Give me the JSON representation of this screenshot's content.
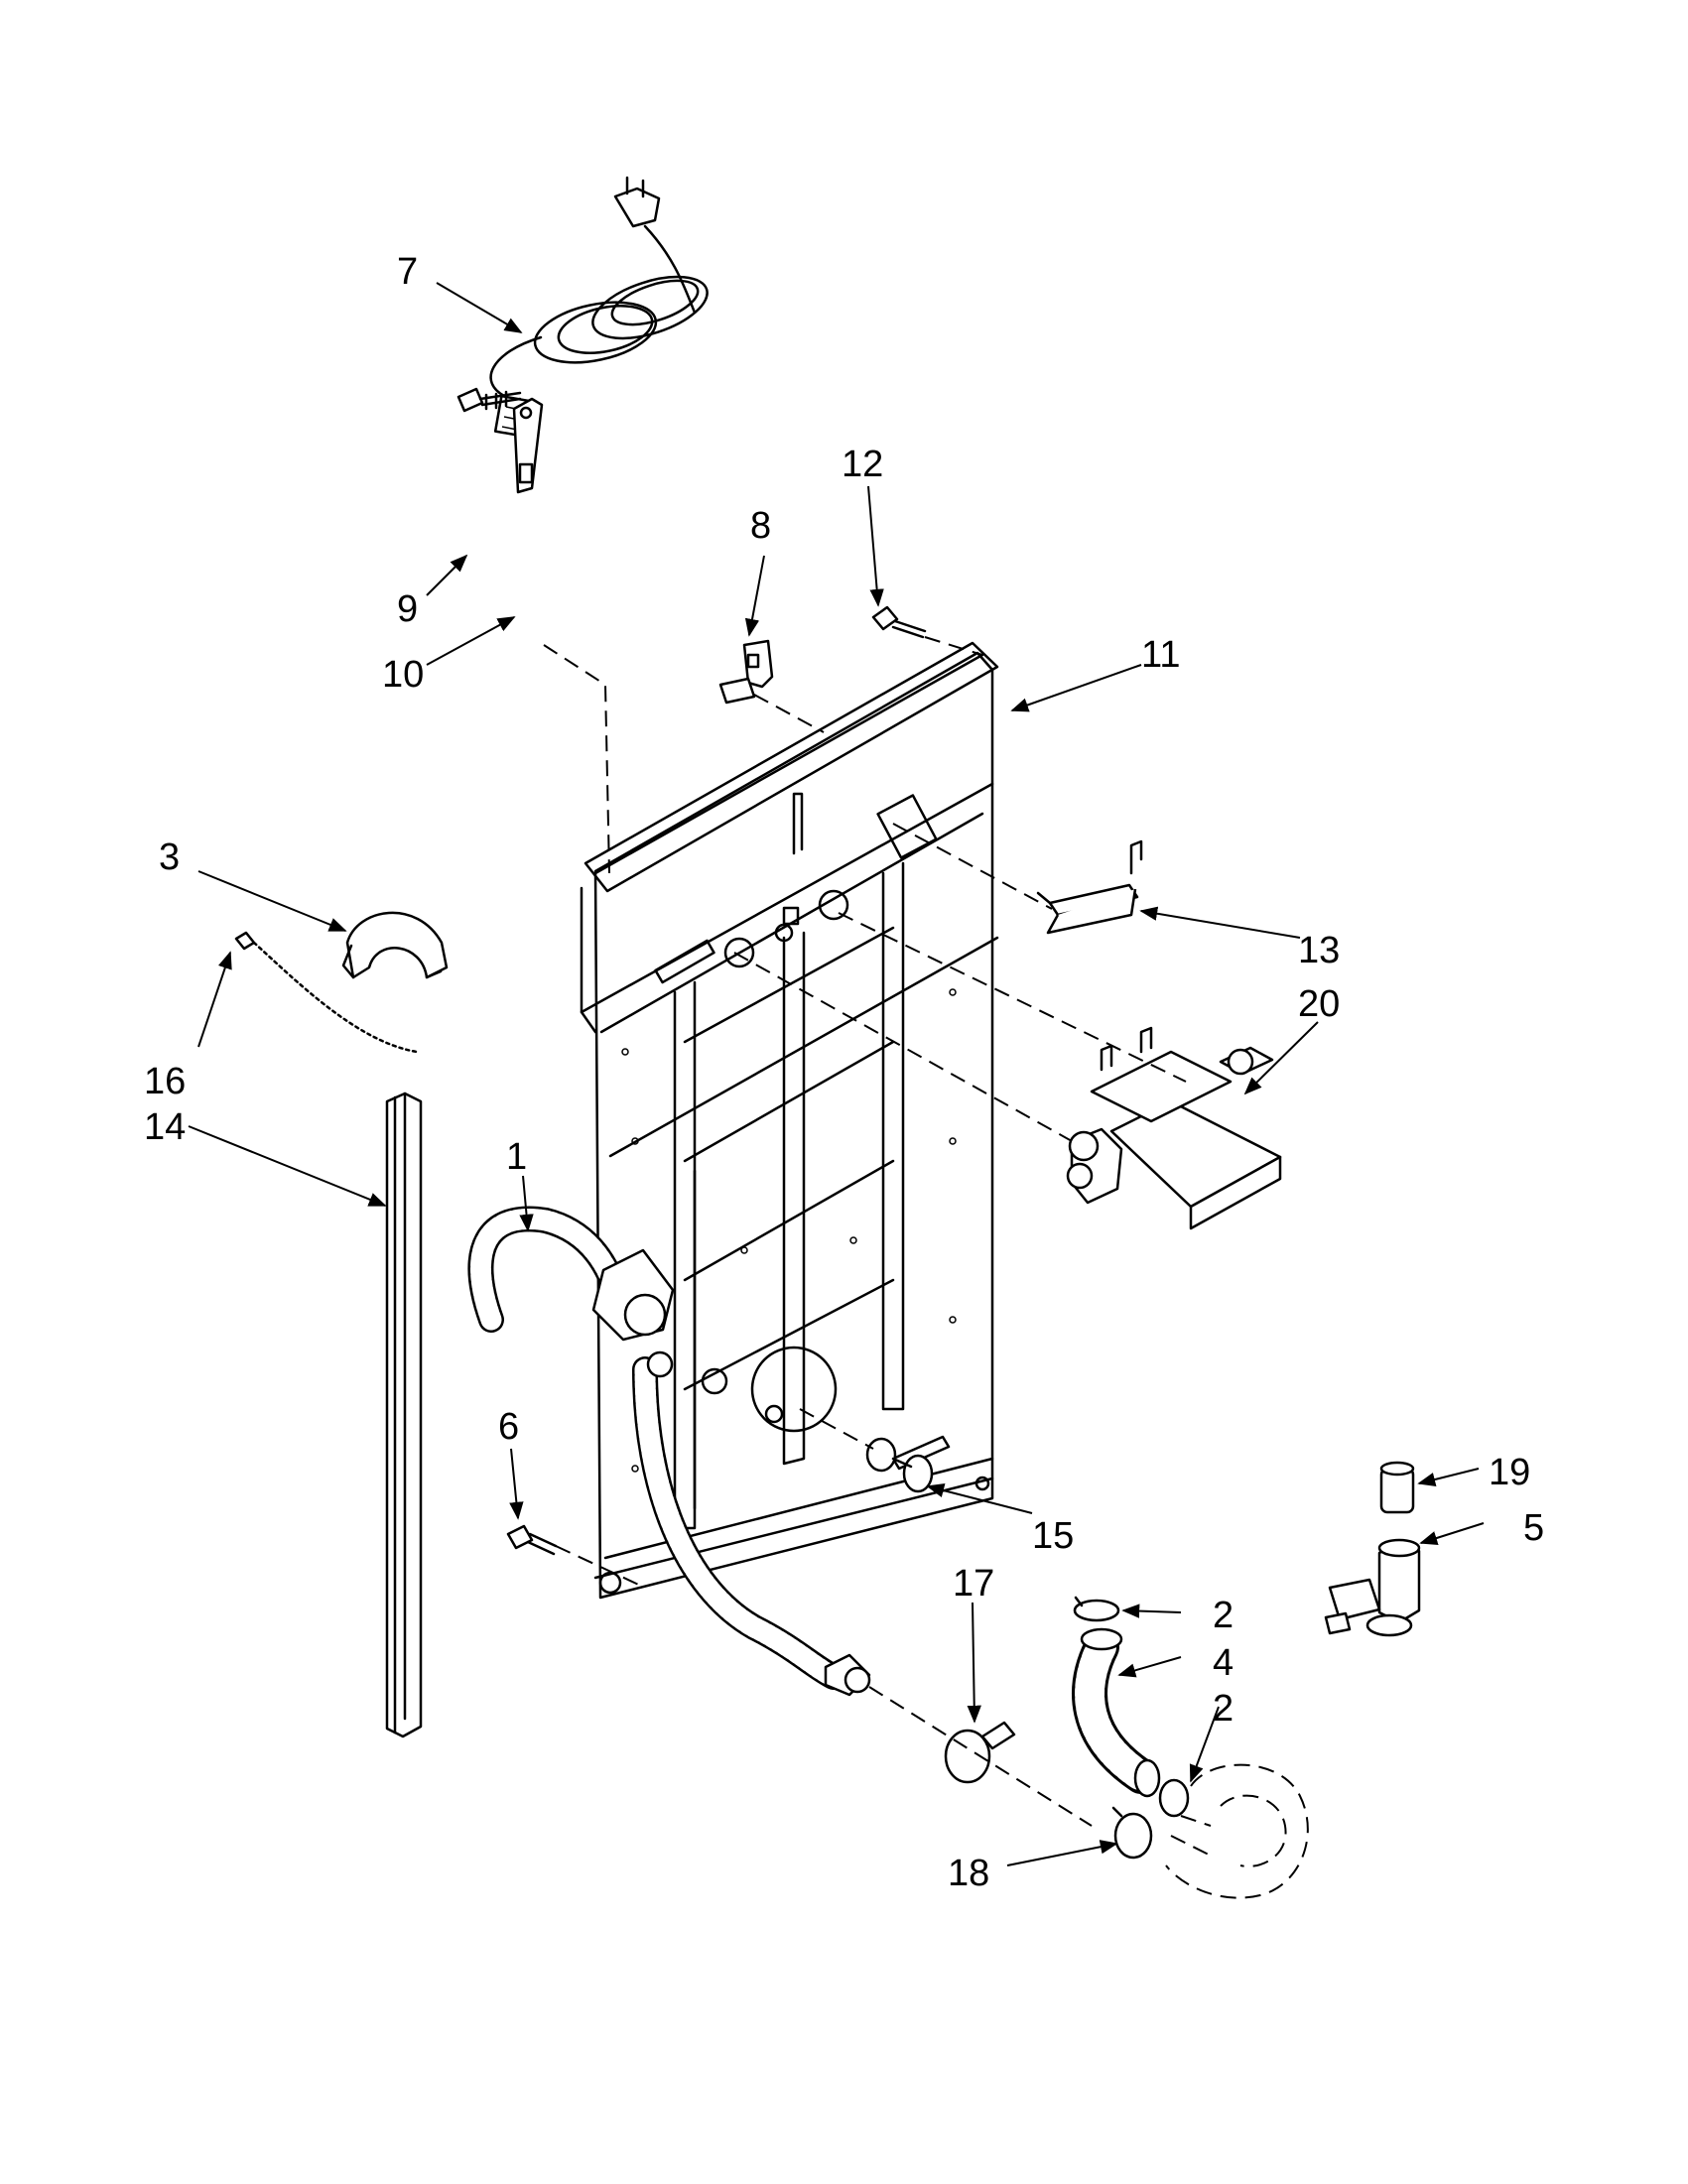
{
  "callouts": {
    "c1": "1",
    "c2a": "2",
    "c2b": "2",
    "c3": "3",
    "c4": "4",
    "c5": "5",
    "c6": "6",
    "c7": "7",
    "c8": "8",
    "c9": "9",
    "c10": "10",
    "c11": "11",
    "c12": "12",
    "c13": "13",
    "c14": "14",
    "c15": "15",
    "c16": "16",
    "c17": "17",
    "c18": "18",
    "c19": "19",
    "c20": "20"
  }
}
